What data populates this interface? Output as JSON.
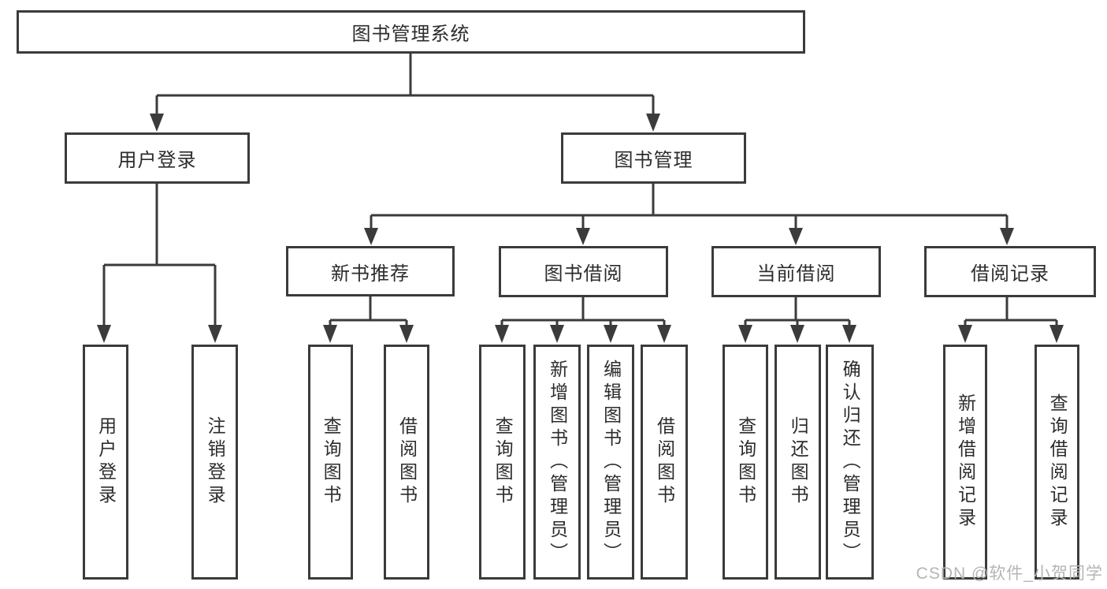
{
  "colors": {
    "line": "#3b3b3d",
    "text": "#2c2c2e",
    "watermark": "#b5b5b5",
    "background": "#ffffff"
  },
  "watermark": {
    "text": "CSDN @软件_小贺同学"
  },
  "tree": {
    "label": "图书管理系统",
    "children": [
      {
        "label": "用户登录",
        "children": [
          {
            "label": "用户登录"
          },
          {
            "label": "注销登录"
          }
        ]
      },
      {
        "label": "图书管理",
        "children": [
          {
            "label": "新书推荐",
            "children": [
              {
                "label": "查询图书"
              },
              {
                "label": "借阅图书"
              }
            ]
          },
          {
            "label": "图书借阅",
            "children": [
              {
                "label": "查询图书"
              },
              {
                "label": "新增图书（管理员）"
              },
              {
                "label": "编辑图书（管理员）"
              },
              {
                "label": "借阅图书"
              }
            ]
          },
          {
            "label": "当前借阅",
            "children": [
              {
                "label": "查询图书"
              },
              {
                "label": "归还图书"
              },
              {
                "label": "确认归还（管理员）"
              }
            ]
          },
          {
            "label": "借阅记录",
            "children": [
              {
                "label": "新增借阅记录"
              },
              {
                "label": "查询借阅记录"
              }
            ]
          }
        ]
      }
    ]
  }
}
